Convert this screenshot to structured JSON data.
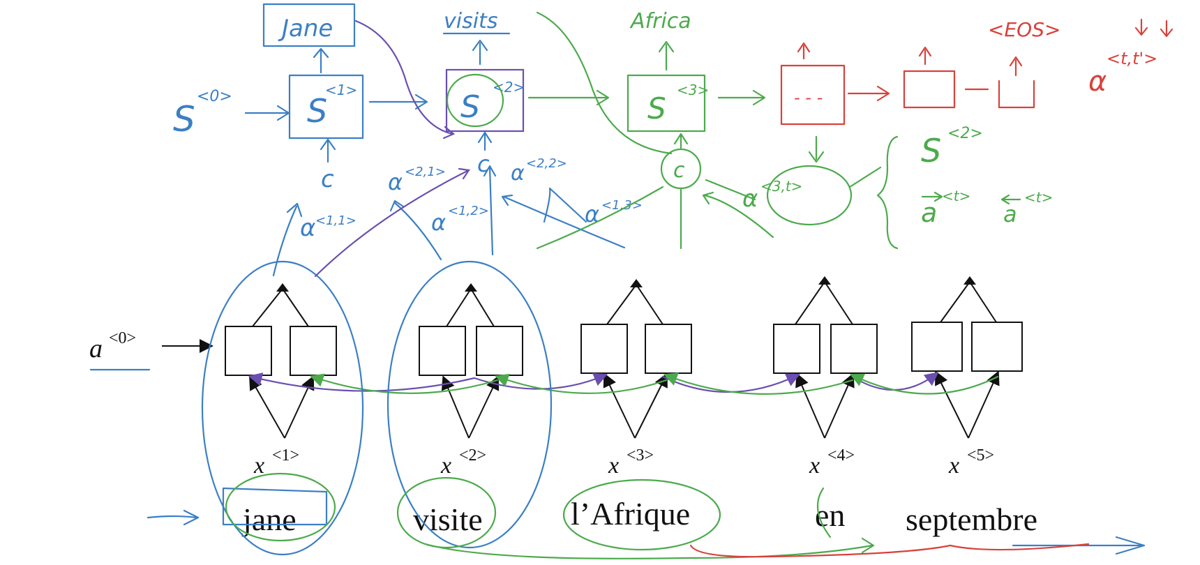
{
  "colors": {
    "blue": "#3b7fc4",
    "green": "#4caa4c",
    "red": "#d8413a",
    "purple": "#6a4fb0",
    "black": "#111111"
  },
  "decoder": {
    "s0": "S",
    "s0_sup": "<0>",
    "s1": "S",
    "s1_sup": "<1>",
    "s2": "S",
    "s2_sup": "<2>",
    "s3": "S",
    "s3_sup": "<3>",
    "out1": "Jane",
    "out2": "visits",
    "out3": "Africa",
    "eos": "<EOS>",
    "ellipsis": "- - -",
    "c_label": "c",
    "alpha_tt": "α",
    "alpha_tt_sup": "<t,t'>"
  },
  "attention": {
    "a11": "α",
    "a11_sup": "<1,1>",
    "a21": "α",
    "a21_sup": "<2,1>",
    "a12": "α",
    "a12_sup": "<1,2>",
    "a22": "α",
    "a22_sup": "<2,2>",
    "a13": "α",
    "a13_sup": "<1,3>",
    "a3t": "α",
    "a3t_sup": "<3,t>"
  },
  "annotations": {
    "s2": "S",
    "s2_sup": "<2>",
    "a_fwd": "a",
    "a_fwd_sup": "<t>",
    "a_bwd": "a",
    "a_bwd_sup": "<t>"
  },
  "encoder": {
    "a0": "a",
    "a0_sup": "<0>",
    "inputs": [
      {
        "x": "x",
        "sup": "<1>",
        "word": "jane"
      },
      {
        "x": "x",
        "sup": "<2>",
        "word": "visite"
      },
      {
        "x": "x",
        "sup": "<3>",
        "word": "l’Afrique"
      },
      {
        "x": "x",
        "sup": "<4>",
        "word": "en"
      },
      {
        "x": "x",
        "sup": "<5>",
        "word": "septembre"
      }
    ]
  }
}
